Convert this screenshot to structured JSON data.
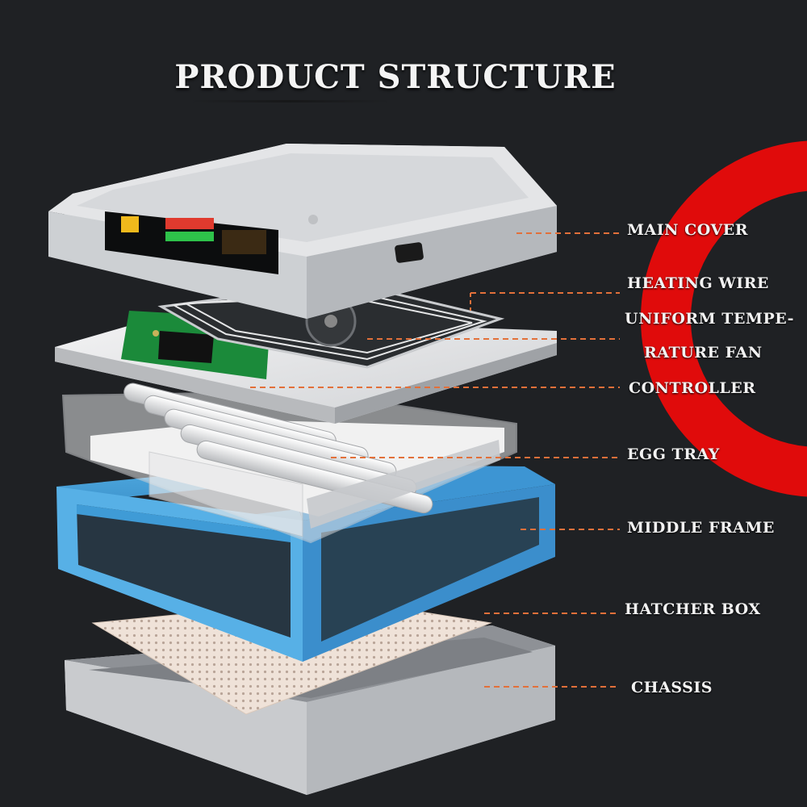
{
  "title": "PRODUCT STRUCTURE",
  "accent_color": "#e00b0b",
  "leader_color": "#e2703a",
  "labels": {
    "main_cover": "MAIN COVER",
    "heating_wire": "HEATING WIRE",
    "fan_line1": "UNIFORM TEMPE-",
    "fan_line2": "RATURE FAN",
    "controller": "CONTROLLER",
    "egg_tray": "EGG TRAY",
    "middle_frame": "MIDDLE FRAME",
    "hatcher_box": "HATCHER BOX",
    "chassis": "CHASSIS"
  }
}
